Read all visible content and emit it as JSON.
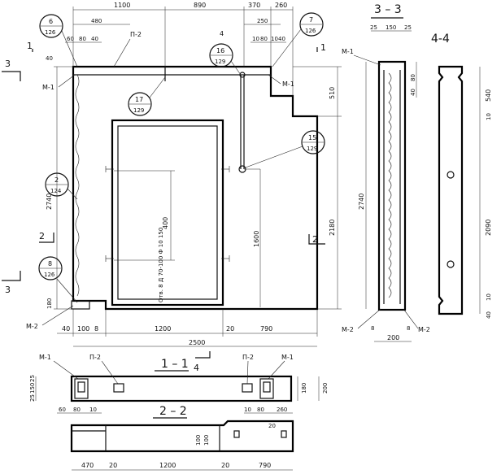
{
  "elevation": {
    "top_dims": [
      "1100",
      "890",
      "370",
      "260"
    ],
    "sub_dims_left": [
      "480",
      "60",
      "80",
      "40"
    ],
    "sub_dims_right": [
      "250",
      "10",
      "80",
      "10",
      "40"
    ],
    "bottom_dims": [
      "40",
      "100",
      "8",
      "1200",
      "20",
      "790"
    ],
    "bottom_total": "2500",
    "left_dims": [
      "40",
      "2740",
      "180"
    ],
    "right_dims": [
      "510",
      "2180"
    ],
    "inner_dims": [
      "400",
      "1600"
    ],
    "window_note": "Отв. 8 Д 70-100 Ф 10 150",
    "section_labels": [
      "3",
      "3",
      "2",
      "2",
      "1",
      "1"
    ]
  },
  "callouts": [
    {
      "top": "6",
      "bottom": "126"
    },
    {
      "top": "7",
      "bottom": "126"
    },
    {
      "top": "4",
      "bottom": ""
    },
    {
      "top": "16",
      "bottom": "129"
    },
    {
      "top": "17",
      "bottom": "129"
    },
    {
      "top": "15",
      "bottom": "129"
    },
    {
      "top": "2",
      "bottom": "124"
    },
    {
      "top": "8",
      "bottom": "126"
    }
  ],
  "markers": [
    "М-1",
    "М-1",
    "М-2",
    "П-2"
  ],
  "section33": {
    "title": "3 – 3",
    "top_dims": [
      "25",
      "150",
      "25"
    ],
    "marker": "М-1",
    "left_height": "2740",
    "right_dims": [
      "80",
      "40"
    ],
    "bottom_dims": [
      "8",
      "8"
    ],
    "bottom_width": "200",
    "bottom_markers": [
      "М-2",
      "М-2"
    ]
  },
  "section44": {
    "title": "4-4",
    "dims": [
      "540",
      "10",
      "2090",
      "10",
      "40"
    ]
  },
  "section11": {
    "title": "1 – 1",
    "cut_label": "4",
    "markers": [
      "М-1",
      "П-2",
      "П-2",
      "М-1"
    ],
    "left_dims": [
      "25",
      "150",
      "25"
    ],
    "right_dims": [
      "180",
      "200"
    ],
    "bottom_left": [
      "60",
      "80",
      "10"
    ],
    "bottom_right": [
      "10",
      "80",
      "260"
    ]
  },
  "section22": {
    "title": "2 – 2",
    "dims": [
      "20",
      "100",
      "100"
    ],
    "bottom_dims": [
      "470",
      "20",
      "1200",
      "20",
      "790"
    ]
  }
}
